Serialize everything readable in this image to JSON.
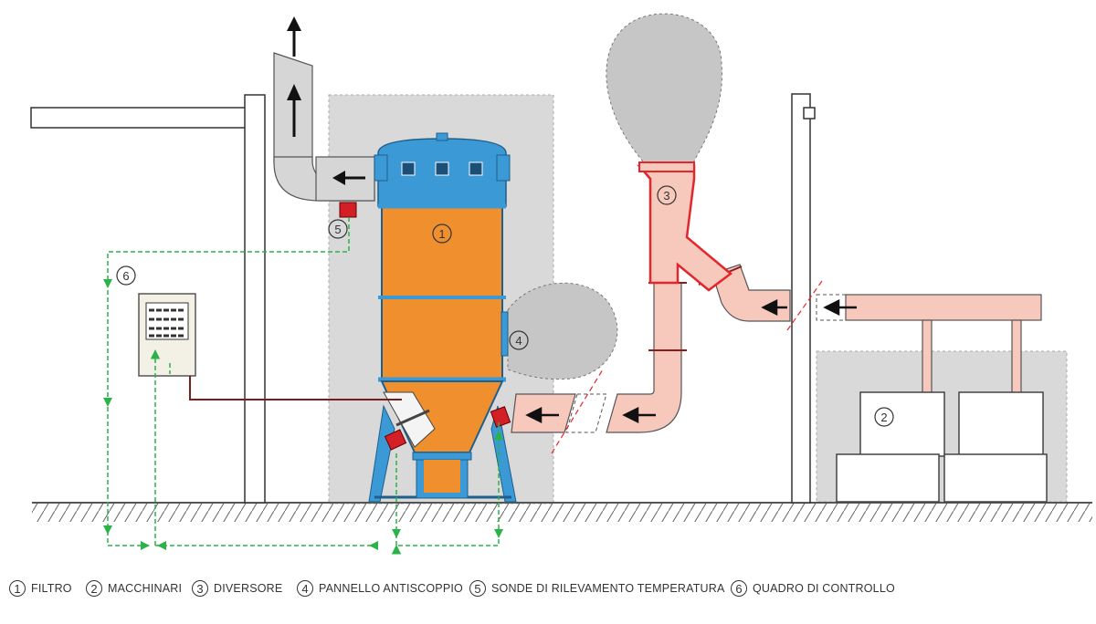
{
  "callouts": {
    "filter": "1",
    "machines": "2",
    "diverter": "3",
    "antiblast_panel": "4",
    "temperature_probe": "5",
    "control_panel": "6"
  },
  "legend": [
    {
      "num": "1",
      "label": "FILTRO"
    },
    {
      "num": "2",
      "label": "MACCHINARI"
    },
    {
      "num": "3",
      "label": "DIVERSORE"
    },
    {
      "num": "4",
      "label": "PANNELLO ANTISCOPPIO"
    },
    {
      "num": "5",
      "label": "SONDE DI RILEVAMENTO TEMPERATURA"
    },
    {
      "num": "6",
      "label": "QUADRO DI CONTROLLO"
    }
  ],
  "colors": {
    "filter_body": "#ef8f2e",
    "filter_cap": "#3b9ad6",
    "duct_pink": "#f7c9bd",
    "diverter_red": "#e3262c",
    "sensor_red": "#d32026",
    "signal_green": "#2bb34a",
    "zone_gray": "#d9d9d9",
    "cloud_gray": "#c6c6c6"
  }
}
